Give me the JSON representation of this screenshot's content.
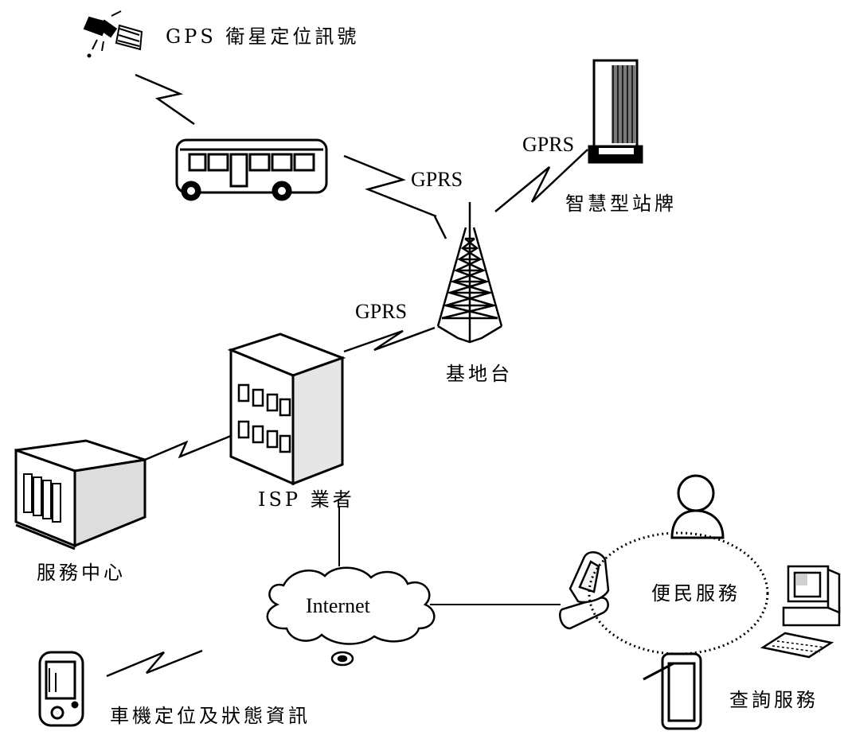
{
  "labels": {
    "gps_signal": "GPS 衛星定位訊號",
    "gprs_bus": "GPRS",
    "gprs_sign": "GPRS",
    "gprs_isp": "GPRS",
    "smart_sign": "智慧型站牌",
    "base_station": "基地台",
    "isp": "ISP 業者",
    "service_center": "服務中心",
    "internet": "Internet",
    "public_service": "便民服務",
    "query_service": "查詢服務",
    "vehicle_status": "車機定位及狀態資訊"
  },
  "colors": {
    "ink": "#000000",
    "paper": "#ffffff",
    "shade": "#9a9a9a"
  }
}
